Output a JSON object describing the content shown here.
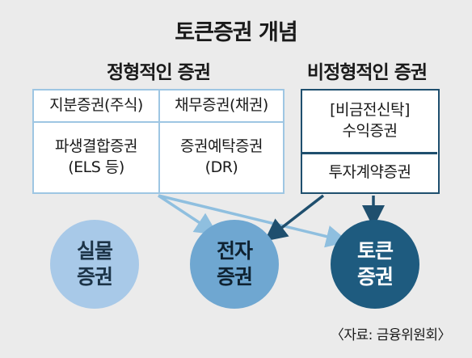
{
  "title": "토큰증권 개념",
  "formal": {
    "heading": "정형적인 증권",
    "cells": [
      [
        "지분증권(주식)"
      ],
      [
        "채무증권(채권)"
      ],
      [
        "파생결합증권",
        "(ELS 등)"
      ],
      [
        "증권예탁증권",
        "(DR)"
      ]
    ]
  },
  "informal": {
    "heading": "비정형적인 증권",
    "cells": [
      [
        "[비금전신탁]",
        "수익증권"
      ],
      [
        "투자계약증권"
      ]
    ]
  },
  "circles": {
    "physical": [
      "실물",
      "증권"
    ],
    "electronic": [
      "전자",
      "증권"
    ],
    "token": [
      "토큰",
      "증권"
    ]
  },
  "source": "〈자료: 금융위원회〉",
  "colors": {
    "background": "#ebebeb",
    "light_blue": "#a8c9e8",
    "mid_blue": "#6fa7d1",
    "dark_blue": "#1e5b7f",
    "box_border_light": "#9ec6e3",
    "box_border_dark": "#1f4f6e"
  }
}
